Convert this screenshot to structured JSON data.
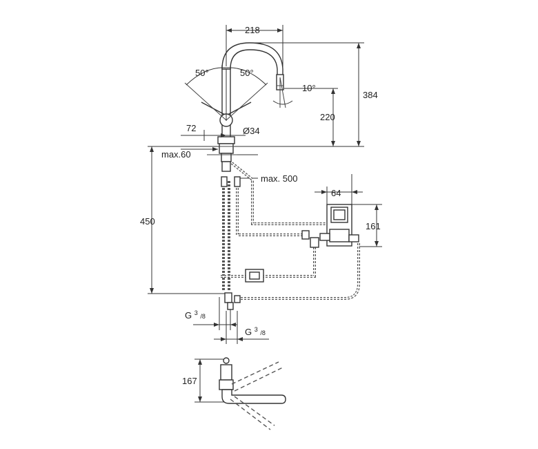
{
  "dimensions": {
    "spout_reach": "218",
    "total_height": "384",
    "spout_height": "220",
    "spout_tilt": "10°",
    "lever_left_angle": "50°",
    "lever_right_angle": "50°",
    "escutcheon_offset": "72",
    "hole_diameter": "Ø34",
    "deck_thickness": "max.60",
    "under_deck_height": "450",
    "hose_length": "max. 500",
    "box_width": "64",
    "box_height": "161",
    "thread_left": "G",
    "thread_right": "G",
    "thread_sup": "3",
    "thread_sub": "/8",
    "plan_depth": "167"
  }
}
